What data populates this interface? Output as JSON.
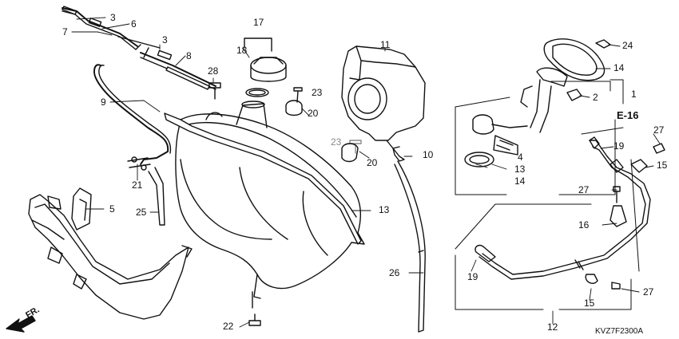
{
  "diagram": {
    "code": "KVZ7F2300A",
    "ref_label": "E-16",
    "direction_label": "FR.",
    "callouts": [
      {
        "id": "c3a",
        "text": "3"
      },
      {
        "id": "c6",
        "text": "6"
      },
      {
        "id": "c7",
        "text": "7"
      },
      {
        "id": "c3b",
        "text": "3"
      },
      {
        "id": "c8",
        "text": "8"
      },
      {
        "id": "c28",
        "text": "28"
      },
      {
        "id": "c9",
        "text": "9"
      },
      {
        "id": "c21",
        "text": "21"
      },
      {
        "id": "c25",
        "text": "25"
      },
      {
        "id": "c5",
        "text": "5"
      },
      {
        "id": "c17",
        "text": "17"
      },
      {
        "id": "c18",
        "text": "18"
      },
      {
        "id": "c23a",
        "text": "23"
      },
      {
        "id": "c20a",
        "text": "20"
      },
      {
        "id": "c23b",
        "text": "23",
        "gray": true
      },
      {
        "id": "c20b",
        "text": "20"
      },
      {
        "id": "c13a",
        "text": "13"
      },
      {
        "id": "c22",
        "text": "22"
      },
      {
        "id": "c11",
        "text": "11"
      },
      {
        "id": "c10",
        "text": "10"
      },
      {
        "id": "c26",
        "text": "26"
      },
      {
        "id": "c24",
        "text": "24"
      },
      {
        "id": "c14a",
        "text": "14"
      },
      {
        "id": "c1",
        "text": "1"
      },
      {
        "id": "c2",
        "text": "2"
      },
      {
        "id": "c4",
        "text": "4"
      },
      {
        "id": "c13b",
        "text": "13"
      },
      {
        "id": "c14b",
        "text": "14"
      },
      {
        "id": "c27a",
        "text": "27"
      },
      {
        "id": "c19a",
        "text": "19"
      },
      {
        "id": "c15a",
        "text": "15"
      },
      {
        "id": "c27b",
        "text": "27"
      },
      {
        "id": "c16",
        "text": "16"
      },
      {
        "id": "c19b",
        "text": "19"
      },
      {
        "id": "c27c",
        "text": "27"
      },
      {
        "id": "c15b",
        "text": "15"
      },
      {
        "id": "c12",
        "text": "12"
      }
    ]
  }
}
